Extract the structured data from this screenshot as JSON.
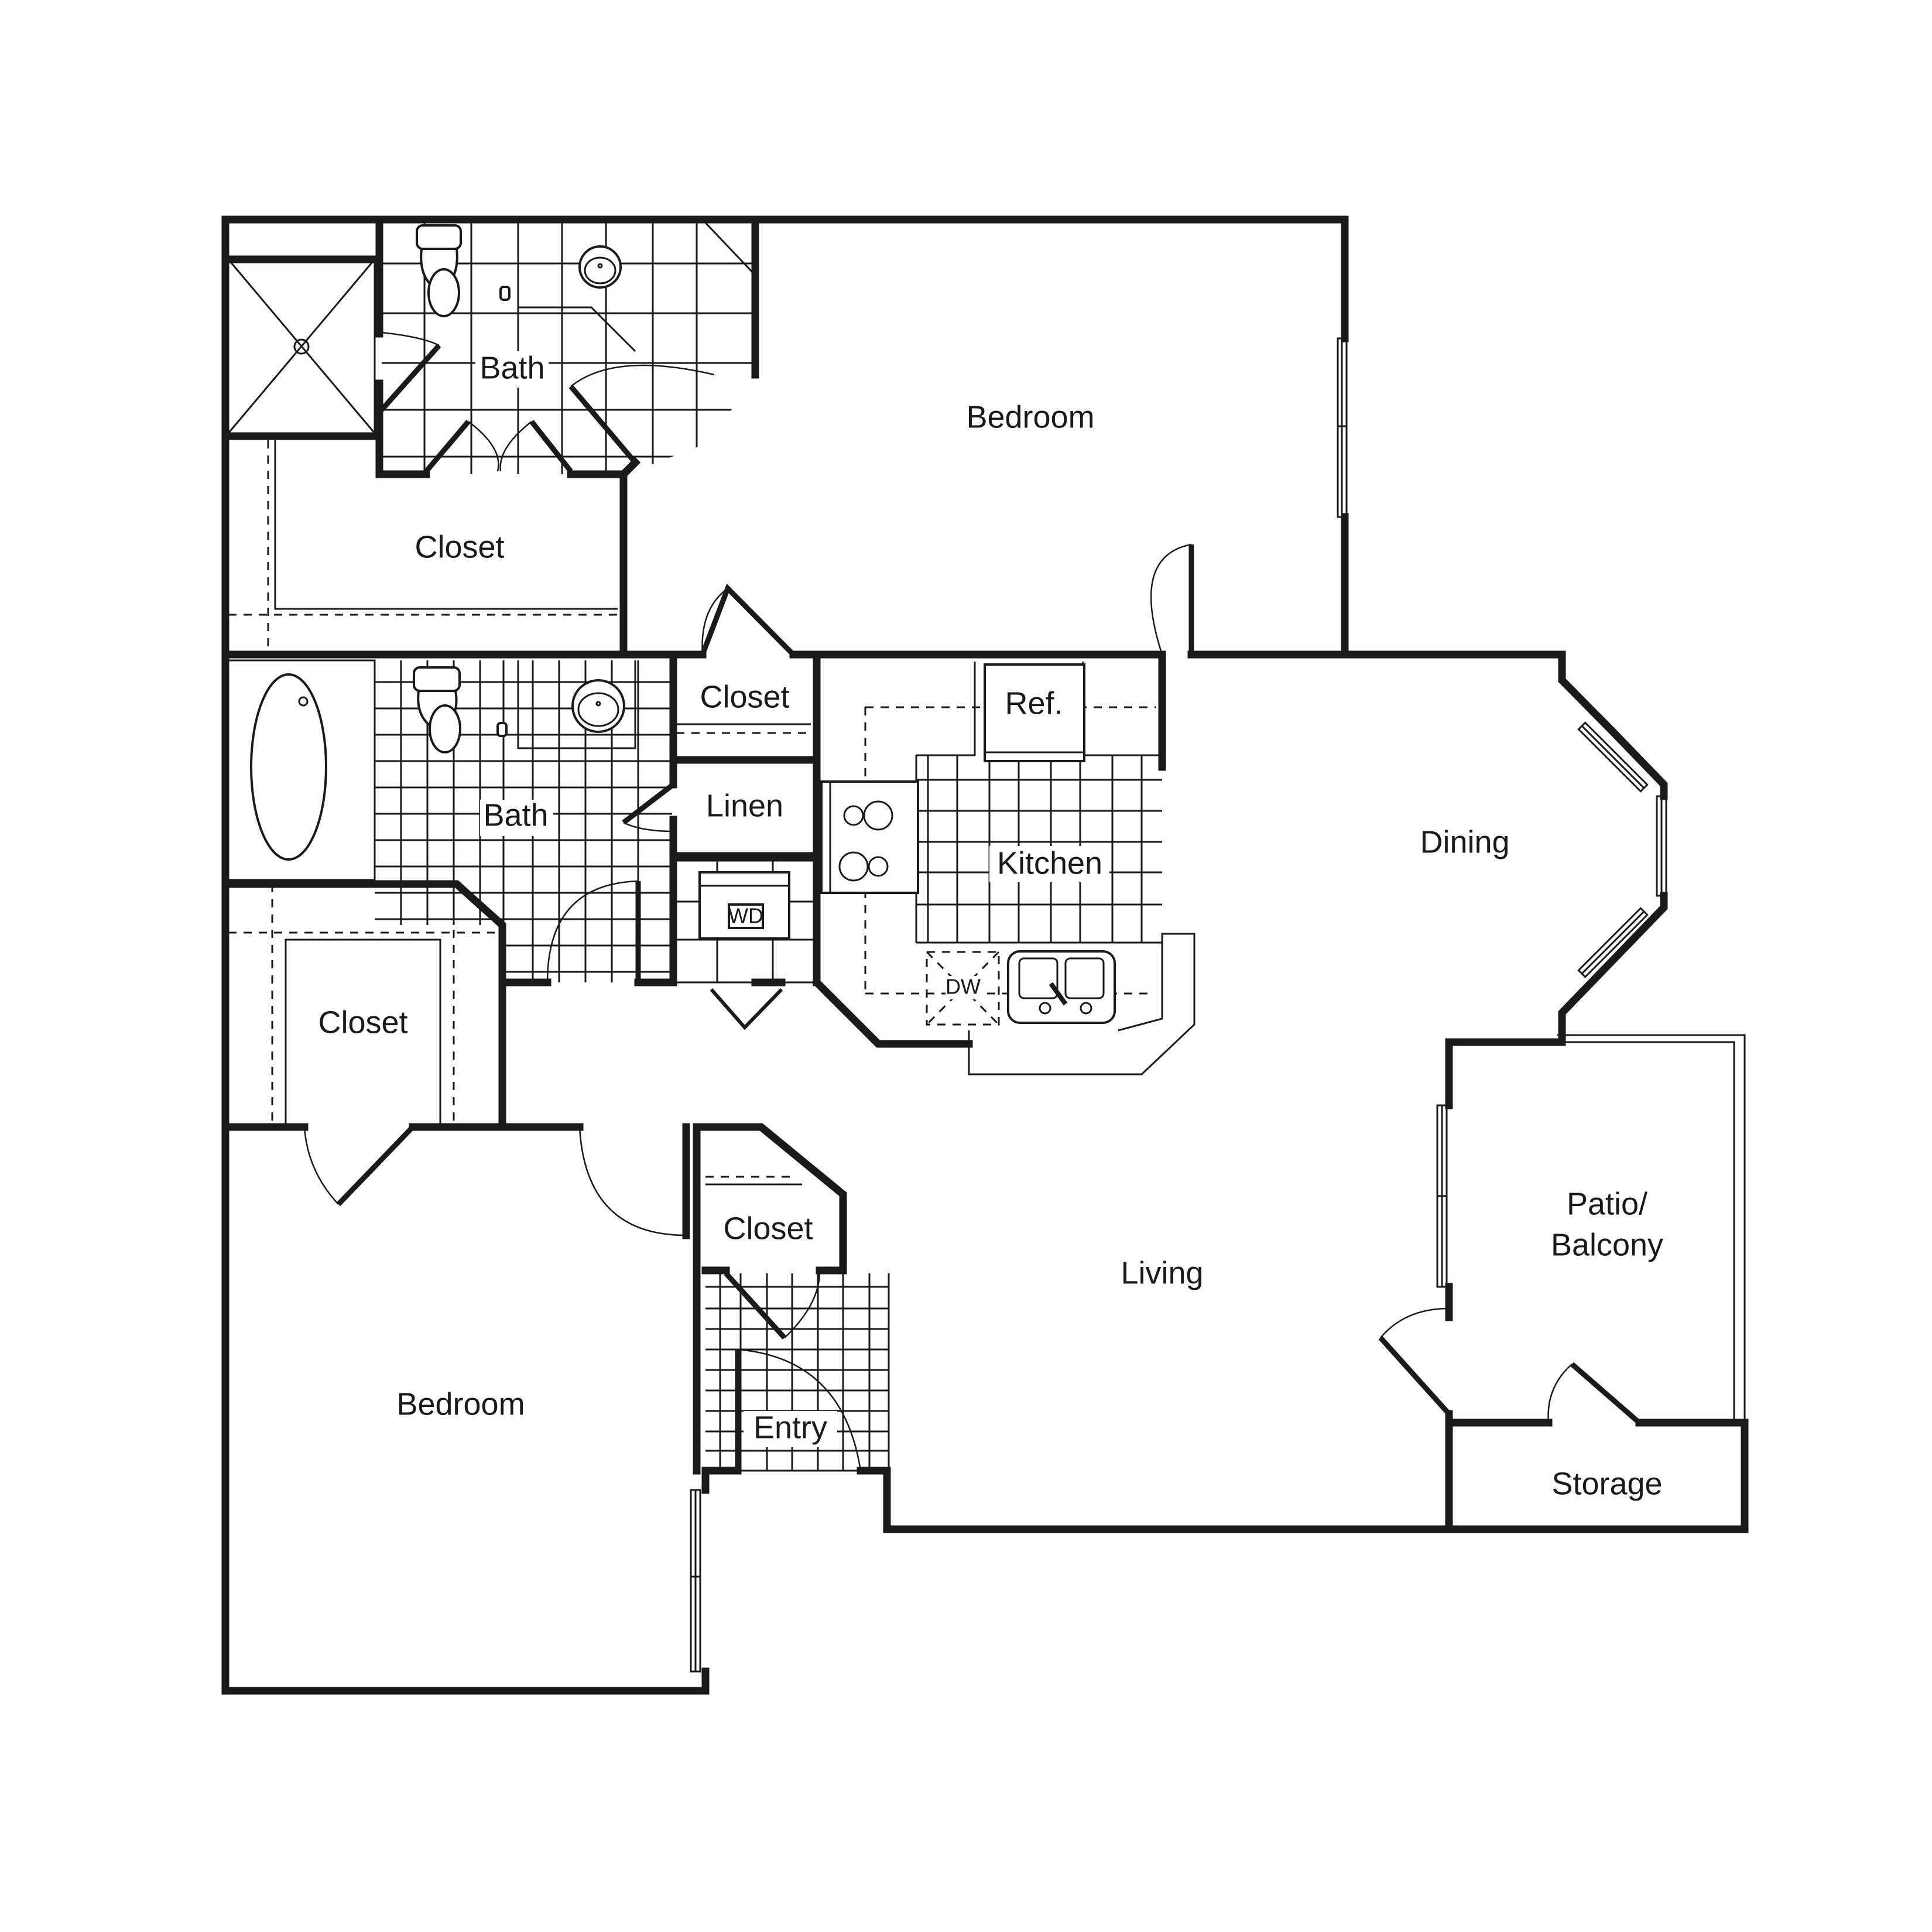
{
  "plan": {
    "rooms": [
      {
        "id": "bath_master",
        "label": "Bath"
      },
      {
        "id": "bedroom_master",
        "label": "Bedroom"
      },
      {
        "id": "closet_master",
        "label": "Closet"
      },
      {
        "id": "closet_hall",
        "label": "Closet"
      },
      {
        "id": "bath_second",
        "label": "Bath"
      },
      {
        "id": "linen",
        "label": "Linen"
      },
      {
        "id": "kitchen",
        "label": "Kitchen"
      },
      {
        "id": "dining",
        "label": "Dining"
      },
      {
        "id": "closet_second",
        "label": "Closet"
      },
      {
        "id": "closet_entry",
        "label": "Closet"
      },
      {
        "id": "entry",
        "label": "Entry"
      },
      {
        "id": "bedroom_second",
        "label": "Bedroom"
      },
      {
        "id": "living",
        "label": "Living"
      },
      {
        "id": "patio",
        "label": "Patio/",
        "label2": "Balcony"
      },
      {
        "id": "storage",
        "label": "Storage"
      }
    ],
    "appliances": {
      "refrigerator": "Ref.",
      "washer_dryer": "WD",
      "dishwasher": "DW"
    },
    "colors": {
      "wall": "#1a1a1a",
      "background": "#ffffff"
    }
  }
}
